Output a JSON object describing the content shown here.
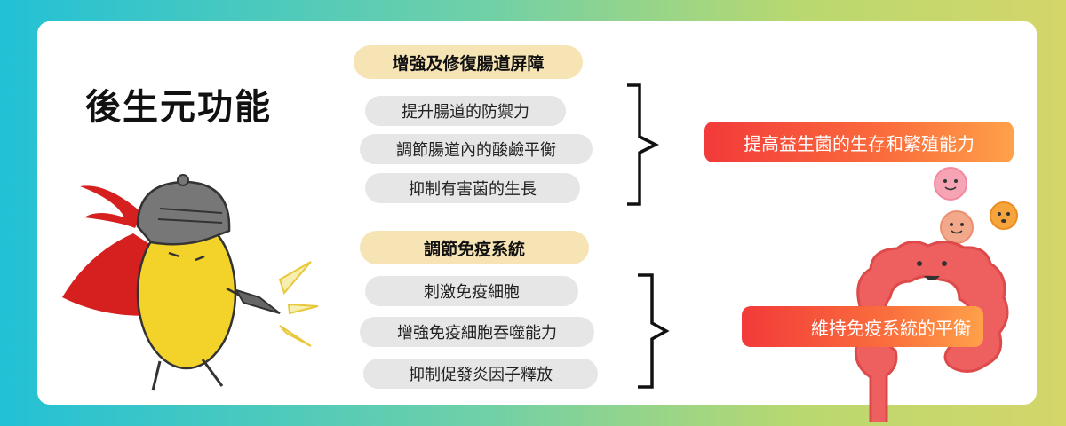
{
  "title": "後生元功能",
  "groups": [
    {
      "header": "增強及修復腸道屏障",
      "items": [
        "提升腸道的防禦力",
        "調節腸道內的酸鹼平衡",
        "抑制有害菌的生長"
      ],
      "result": "提高益生菌的生存和繁殖能力"
    },
    {
      "header": "調節免疫系統",
      "items": [
        "刺激免疫細胞",
        "增強免疫細胞吞噬能力",
        "抑制促發炎因子釋放"
      ],
      "result": "維持免疫系統的平衡"
    }
  ],
  "colors": {
    "header_bg": "#f6e4b4",
    "item_bg": "#e6e6e6",
    "result_start": "#f23a3a",
    "result_end": "#ffa14a"
  },
  "icons": [
    "knight-mascot-illustration",
    "intestine-mascot-illustration",
    "bacteria-icon"
  ]
}
